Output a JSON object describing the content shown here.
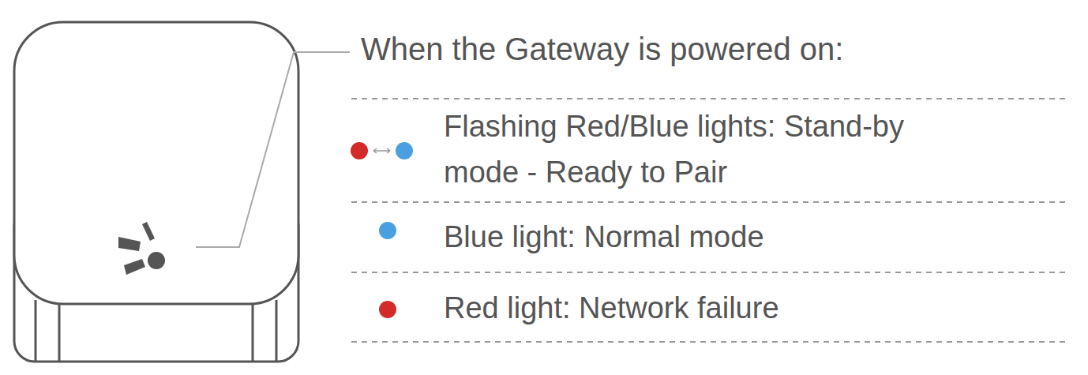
{
  "diagram": {
    "title": "When the Gateway is powered on:",
    "legend": [
      {
        "text": "Flashing Red/Blue lights: Stand-by mode - Ready to Pair"
      },
      {
        "text": "Blue light: Normal mode",
        "color": "#4a9fe0"
      },
      {
        "text": "Red light: Network failure",
        "color": "#d42a2a"
      }
    ]
  }
}
